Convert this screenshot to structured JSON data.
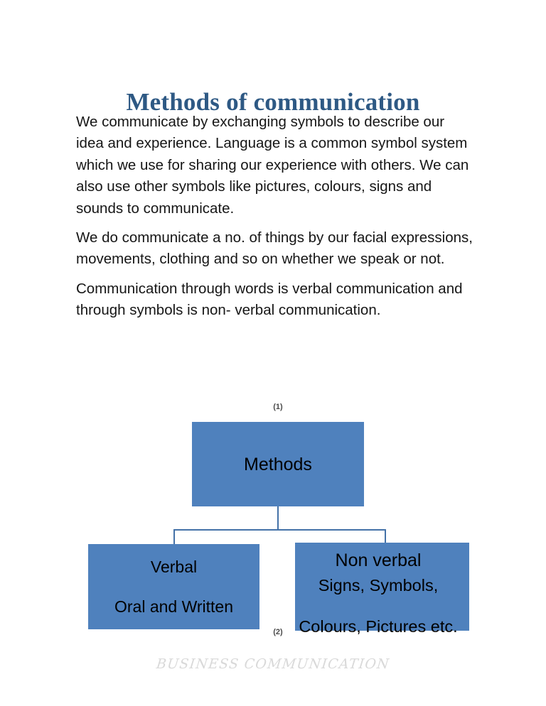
{
  "document": {
    "title": "Methods of communication",
    "paragraphs": [
      "We communicate by exchanging symbols to describe our idea and experience. Language is a common symbol system which we use for sharing our experience with others. We can also use other symbols like pictures, colours, signs and sounds to communicate.",
      "We do communicate a no. of things by our facial expressions, movements, clothing and so on whether we speak or not.",
      "Communication through words is verbal communication and through symbols is non- verbal communication."
    ],
    "footer_watermark": "BUSINESS COMMUNICATION"
  },
  "diagram": {
    "label_top": "(1)",
    "label_bottom": "(2)",
    "root": {
      "text": "Methods"
    },
    "children": [
      {
        "line1": "Verbal",
        "line2": "Oral and Written"
      },
      {
        "heading": "Non verbal",
        "sub_line1": "Signs, Symbols,",
        "sub_line2": "Colours, Pictures etc."
      }
    ],
    "colors": {
      "node_fill": "#4f81bd",
      "node_text": "#000000",
      "connector": "#4472a8"
    }
  },
  "theme": {
    "title_color": "#2e5984",
    "body_text_color": "#161616",
    "page_background": "#ffffff",
    "watermark_color": "#d9d9d9"
  }
}
